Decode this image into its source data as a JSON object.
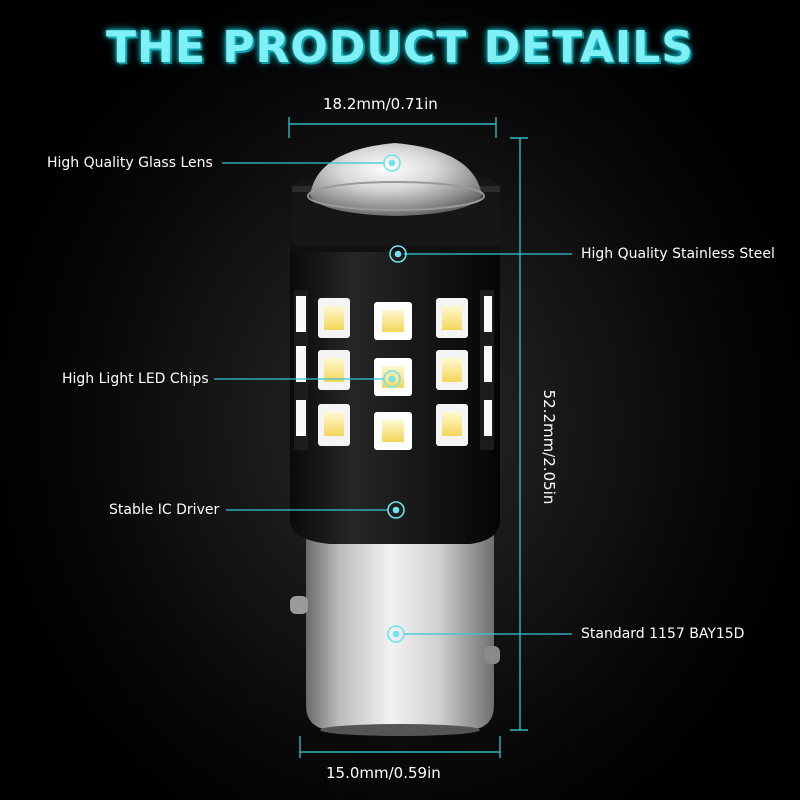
{
  "title": "THE PRODUCT DETAILS",
  "dimensions": {
    "top": "18.2mm/0.71in",
    "bottom": "15.0mm/0.59in",
    "height": "52.2mm/2.05in"
  },
  "callouts": {
    "glass_lens": "High Quality Glass Lens",
    "stainless_steel": "High Quality Stainless Steel",
    "led_chips": "High Light LED Chips",
    "ic_driver": "Stable IC Driver",
    "base": "Standard 1157 BAY15D"
  },
  "colors": {
    "title": "#7ff0f5",
    "accent": "#33c7d6",
    "background": "#000000"
  }
}
